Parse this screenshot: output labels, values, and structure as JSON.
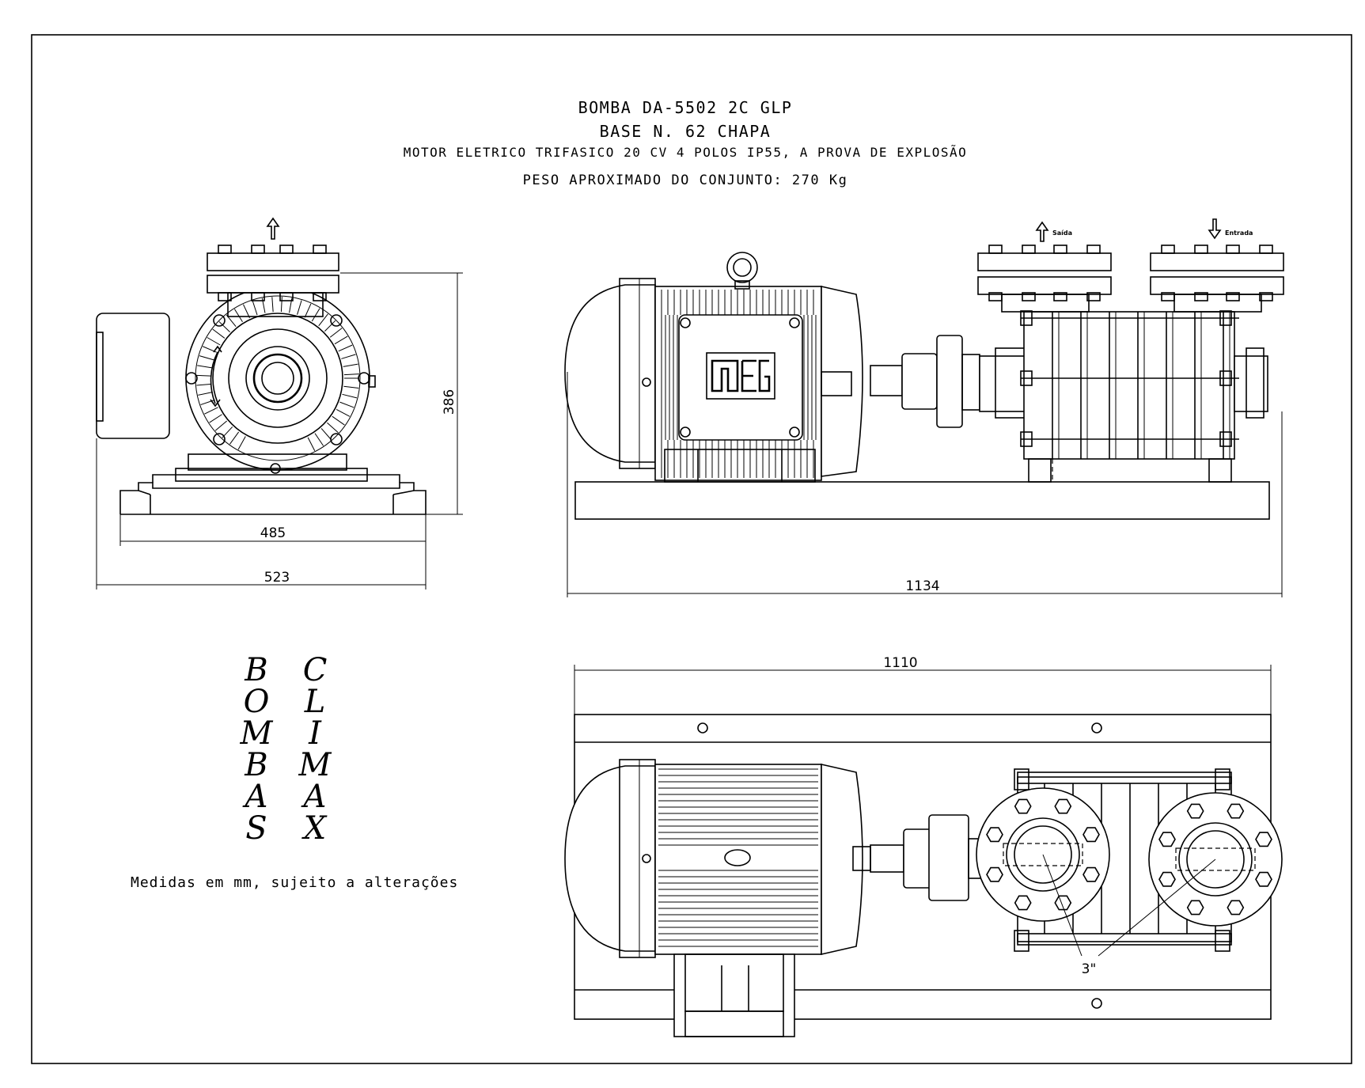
{
  "title": {
    "line1": "BOMBA DA-5502 2C GLP",
    "line2": "BASE N. 62 CHAPA",
    "line3": "MOTOR ELETRICO TRIFASICO 20 CV 4 POLOS IP55, A PROVA DE EXPLOSÃO",
    "line4": "PESO APROXIMADO DO CONJUNTO: 270 Kg"
  },
  "dimensions": {
    "side_height": "386",
    "side_inner_width": "485",
    "side_overall_width": "523",
    "front_overall_length": "1134",
    "top_base_length": "1110",
    "flange_size": "3\""
  },
  "labels": {
    "outlet": "Saída",
    "inlet": "Entrada",
    "motor_brand": "WEG"
  },
  "logo": {
    "left_column": [
      "B",
      "O",
      "M",
      "B",
      "A",
      "S"
    ],
    "right_column": [
      "C",
      "L",
      "I",
      "M",
      "A",
      "X"
    ]
  },
  "note": "Medidas em mm, sujeito a alterações"
}
